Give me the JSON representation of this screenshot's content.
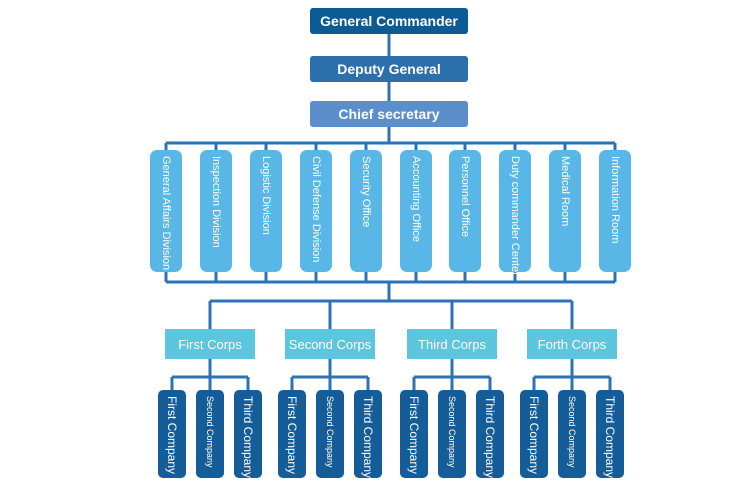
{
  "top": {
    "general_commander": "General Commander",
    "deputy_general": "Deputy General",
    "chief_secretary": "Chief secretary"
  },
  "departments": [
    "General  Affairs  Division",
    "Inspection  Division",
    "Logistic  Division",
    "Civil  Defense  Division",
    "Security  Office",
    "Accounting  Office",
    "Personnel  Office",
    "Duty  commander  Center",
    "Medical  Room",
    "Information  Room"
  ],
  "corps": [
    {
      "name": "First Corps",
      "companies": [
        "First Company",
        "Second Company",
        "Third Company"
      ]
    },
    {
      "name": "Second Corps",
      "companies": [
        "First Company",
        "Second Company",
        "Third Company"
      ]
    },
    {
      "name": "Third Corps",
      "companies": [
        "First Company",
        "Second Company",
        "Third Company"
      ]
    },
    {
      "name": "Forth Corps",
      "companies": [
        "First Company",
        "Second Company",
        "Third Company"
      ]
    }
  ],
  "colors": {
    "general": "#0d5b94",
    "deputy": "#2b70ad",
    "chief": "#5b8fcb",
    "department": "#58b7e6",
    "corps": "#5bc6dd",
    "company": "#155d98",
    "connector": "#2b73b4"
  }
}
